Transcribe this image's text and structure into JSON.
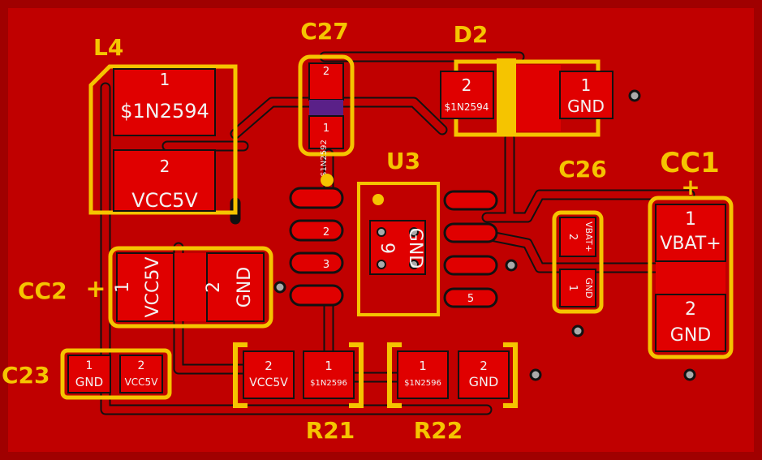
{
  "colors": {
    "board": "#a00000",
    "copper": "#c00000",
    "pad": "#e00000",
    "silkscreen": "#f5c400",
    "trace_outline": "#111111",
    "via": "#aaaaaa",
    "mask": "#5a2088"
  },
  "designators": {
    "L4": "L4",
    "C27": "C27",
    "D2": "D2",
    "U3": "U3",
    "C26": "C26",
    "CC1": "CC1",
    "CC2": "CC2",
    "C23": "C23",
    "R21": "R21",
    "R22": "R22"
  },
  "polarity": {
    "cc1": "+",
    "cc2": "+"
  },
  "pads": {
    "l4_1_num": "1",
    "l4_1_net": "$1N2594",
    "l4_2_num": "2",
    "l4_2_net": "VCC5V",
    "c27_2_num": "2",
    "c27_1_num": "1",
    "c27_net": "$1N2592",
    "d2_2_num": "2",
    "d2_2_net": "$1N2594",
    "d2_1_num": "1",
    "d2_1_net": "GND",
    "u3_p2": "2",
    "u3_p3": "3",
    "u3_p5": "5",
    "u3_ep_num": "9",
    "u3_ep_net": "GND",
    "c26_2_num": "2",
    "c26_2_net": "VBAT+",
    "c26_1_num": "1",
    "c26_1_net": "GND",
    "cc1_1_num": "1",
    "cc1_1_net": "VBAT+",
    "cc1_2_num": "2",
    "cc1_2_net": "GND",
    "cc2_1_num": "1",
    "cc2_1_net": "VCC5V",
    "cc2_2_num": "2",
    "cc2_2_net": "GND",
    "c23_1_num": "1",
    "c23_1_net": "GND",
    "c23_2_num": "2",
    "c23_2_net": "VCC5V",
    "r21_2_num": "2",
    "r21_2_net": "VCC5V",
    "r21_1_num": "1",
    "r21_1_net": "$1N2596",
    "r22_1_num": "1",
    "r22_1_net": "$1N2596",
    "r22_2_num": "2",
    "r22_2_net": "GND"
  }
}
